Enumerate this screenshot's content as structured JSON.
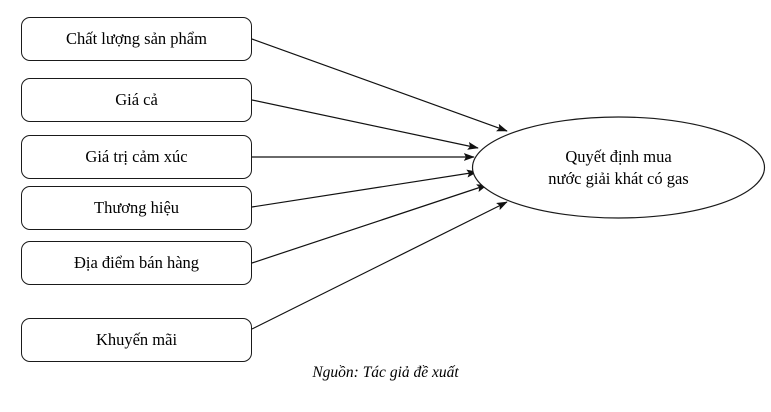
{
  "diagram": {
    "title_text": "",
    "stroke_color": "#1a1a1a",
    "background_color": "#ffffff",
    "text_color": "#000000",
    "factors": [
      {
        "id": "chat-luong-san-pham",
        "label": "Chất lượng sản phẩm"
      },
      {
        "id": "gia-ca",
        "label": "Giá cả"
      },
      {
        "id": "gia-tri-cam-xuc",
        "label": "Giá trị cảm xúc"
      },
      {
        "id": "thuong-hieu",
        "label": "Thương hiệu"
      },
      {
        "id": "dia-diem-ban-hang",
        "label": "Địa điểm bán hàng"
      },
      {
        "id": "khuyen-mai",
        "label": "Khuyến mãi"
      }
    ],
    "outcome": {
      "id": "quyet-dinh-mua",
      "label": "Quyết định mua\nnước giải khát có gas",
      "line1": "Quyết định mua",
      "line2": "nước giải khát có gas"
    },
    "caption": "Nguồn: Tác giả đề xuất",
    "arrow_count": 6
  }
}
